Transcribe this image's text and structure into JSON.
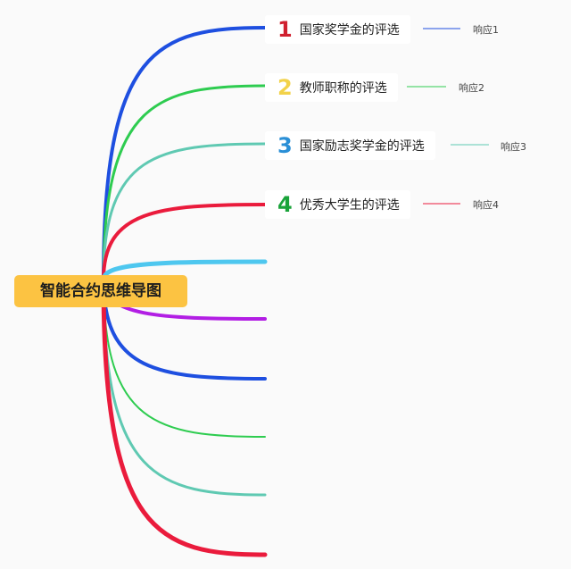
{
  "root": {
    "label": "智能合约思维导图"
  },
  "branches": [
    {
      "number": "1",
      "label": "国家奖学金的评选",
      "color": "#d0202f",
      "line_color": "#1e4fe0",
      "response": "响应1"
    },
    {
      "number": "2",
      "label": "教师职称的评选",
      "color": "#f2d24a",
      "line_color": "#2ecc50",
      "response": "响应2"
    },
    {
      "number": "3",
      "label": "国家励志奖学金的评选",
      "color": "#2a8fd6",
      "line_color": "#5fc9b2",
      "response": "响应3"
    },
    {
      "number": "4",
      "label": "优秀大学生的评选",
      "color": "#1aa33a",
      "line_color": "#ea1b3c",
      "response": "响应4"
    }
  ],
  "colors": {
    "root_fill": "#fcc342",
    "empty_branch_colors": [
      "#4ec7ef",
      "#b21ee4",
      "#1e4fe0",
      "#2ecc50",
      "#5fc9b2",
      "#ea1b3c"
    ]
  }
}
